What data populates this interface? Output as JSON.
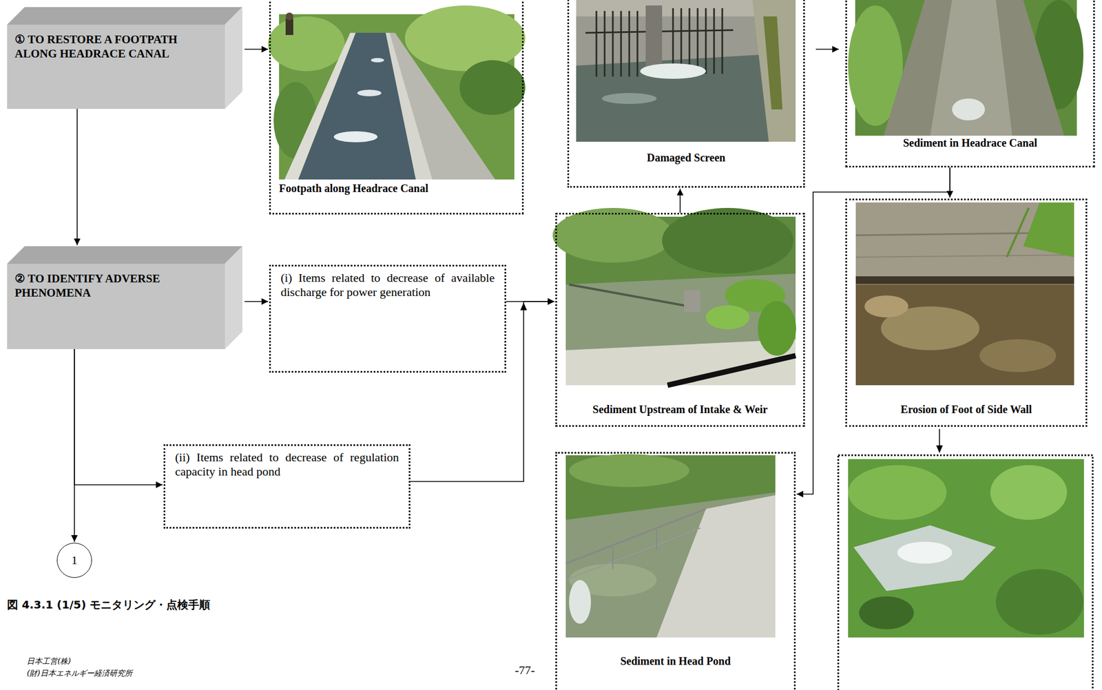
{
  "diagram": {
    "caption": "図 4.3.1 (1/5) モニタリング・点検手順",
    "nodes": [
      {
        "text": [
          "① TO RESTORE A FOOTPATH ALONG HEADRACE CANAL"
        ]
      },
      {
        "text": [
          "Footpath along Headrace Canal"
        ]
      },
      {
        "text": [
          "Damaged Screen"
        ]
      },
      {
        "text": [
          "Sediment in Headrace Canal"
        ]
      },
      {
        "text": [
          "② TO IDENTIFY ADVERSE PHENOMENA"
        ]
      },
      {
        "text": [
          "(i) Items related to decrease of available discharge for power generation"
        ]
      },
      {
        "text": [
          "Sediment Upstream of Intake & Weir"
        ]
      },
      {
        "text": [
          "Erosion of Foot of Side Wall"
        ]
      },
      {
        "text": [
          "(ii) Items related to decrease of regulation capacity in head pond"
        ]
      },
      {
        "text": [
          "Sediment in Head Pond"
        ]
      },
      {
        "text": [
          "1"
        ]
      }
    ],
    "edges": [
      {
        "from": 0,
        "to": 4,
        "arrow": "to"
      },
      {
        "from": 0,
        "to": 1,
        "arrow": "to"
      },
      {
        "from": 4,
        "to": 5,
        "arrow": "to"
      },
      {
        "from": 4,
        "to": 8,
        "arrow": "to"
      },
      {
        "from": 4,
        "to": 10,
        "arrow": "to"
      },
      {
        "from": 5,
        "to": 6,
        "arrow": "to"
      },
      {
        "from": 8,
        "to": 6,
        "arrow": "to"
      },
      {
        "from": 6,
        "to": 2,
        "arrow": "to"
      },
      {
        "from": 2,
        "to": 3,
        "arrow": "to"
      },
      {
        "from": 3,
        "to": 7,
        "arrow": "to"
      },
      {
        "from": 3,
        "to": 9,
        "arrow": "to"
      }
    ],
    "labels": [
      "-77-",
      "日本工営(株)",
      "(財)日本エネルギー経済研究所"
    ]
  }
}
